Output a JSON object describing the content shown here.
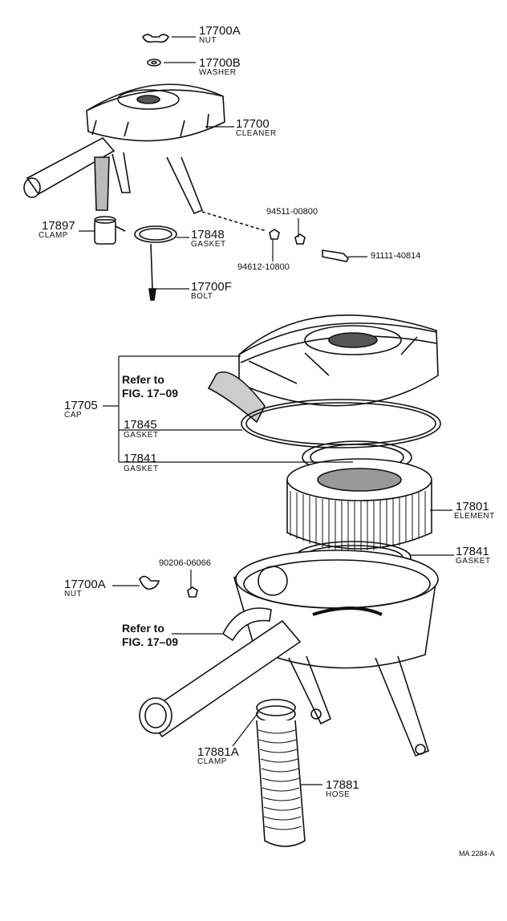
{
  "parts": {
    "nut_top": {
      "number": "17700A",
      "name": "NUT"
    },
    "washer": {
      "number": "17700B",
      "name": "WASHER"
    },
    "cleaner": {
      "number": "17700",
      "name": "CLEANER"
    },
    "clamp_small": {
      "number": "17897",
      "name": "CLAMP"
    },
    "gasket_small": {
      "number": "17848",
      "name": "GASKET"
    },
    "bolt": {
      "number": "17700F",
      "name": "BOLT"
    },
    "cap": {
      "number": "17705",
      "name": "CAP"
    },
    "gasket_cap": {
      "number": "17845",
      "name": "GASKET"
    },
    "gasket_upper": {
      "number": "17841",
      "name": "GASKET"
    },
    "element": {
      "number": "17801",
      "name": "ELEMENT"
    },
    "gasket_lower": {
      "number": "17841",
      "name": "GASKET"
    },
    "nut_lower": {
      "number": "17700A",
      "name": "NUT"
    },
    "clamp_hose": {
      "number": "17881A",
      "name": "CLAMP"
    },
    "hose": {
      "number": "17881",
      "name": "HOSE"
    }
  },
  "codes": {
    "code_a": "94511-00800",
    "code_b": "94612-10800",
    "code_c": "91111-40814",
    "code_d": "90206-06066"
  },
  "refs": {
    "upper": {
      "line1": "Refer to",
      "line2": "FIG. 17–09"
    },
    "lower": {
      "line1": "Refer to",
      "line2": "FIG. 17–09"
    }
  },
  "drawing_id": "MA 2284-A"
}
